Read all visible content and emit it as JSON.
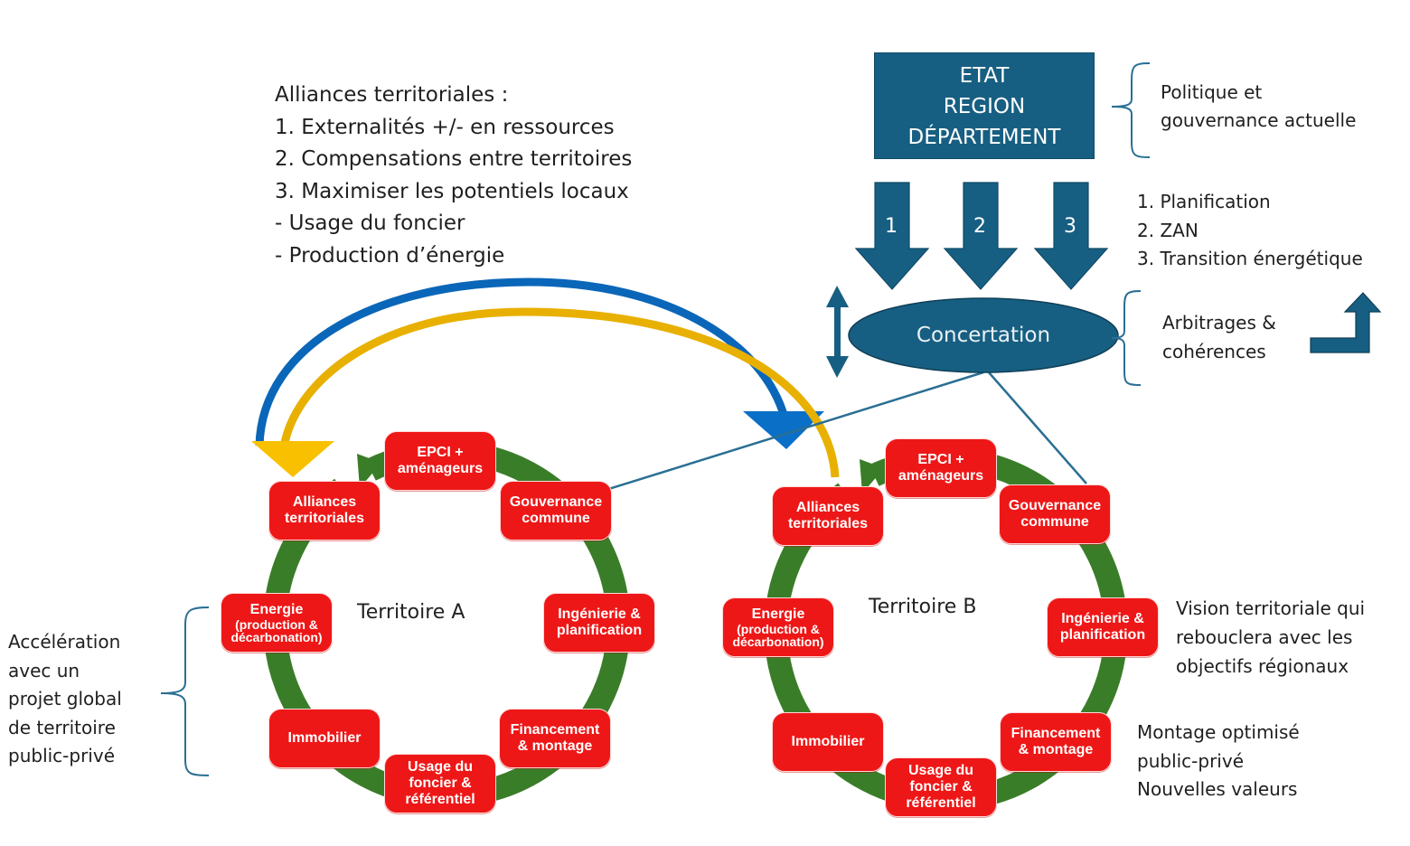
{
  "colors": {
    "navy": "#175f82",
    "cycle_green": "#3a7d28",
    "node_red": "#ee1717",
    "arc_blue": "#0a66b8",
    "arc_gold": "#f5b800",
    "text": "#1f1f1f"
  },
  "alliances_note": {
    "title": "Alliances territoriales :",
    "lines": [
      "1. Externalités +/- en ressources",
      "2. Compensations entre territoires",
      "3. Maximiser les potentiels locaux",
      "- Usage du foncier",
      "- Production d’énergie"
    ]
  },
  "authorities": {
    "lines": [
      "ETAT",
      "REGION",
      "DÉPARTEMENT"
    ],
    "annotation": [
      "Politique et",
      "gouvernance actuelle"
    ]
  },
  "levers": {
    "arrows": [
      "1",
      "2",
      "3"
    ],
    "legend": [
      "1. Planification",
      "2. ZAN",
      "3. Transition énergétique"
    ]
  },
  "concertation": {
    "label": "Concertation",
    "annotation": [
      "Arbitrages &",
      "cohérences"
    ]
  },
  "territoire_a": {
    "label": "Territoire A",
    "nodes": [
      {
        "id": "epci",
        "lines": [
          "EPCI +",
          "aménageurs"
        ]
      },
      {
        "id": "gouvernance",
        "lines": [
          "Gouvernance",
          "commune"
        ]
      },
      {
        "id": "ingenierie",
        "lines": [
          "Ingénierie &",
          "planification"
        ]
      },
      {
        "id": "financement",
        "lines": [
          "Financement",
          "& montage"
        ]
      },
      {
        "id": "usage",
        "lines": [
          "Usage du",
          "foncier &",
          "référentiel"
        ]
      },
      {
        "id": "immobilier",
        "lines": [
          "Immobilier"
        ]
      },
      {
        "id": "energie",
        "lines": [
          "Energie",
          "(production &",
          "décarbonation)"
        ]
      },
      {
        "id": "alliances",
        "lines": [
          "Alliances",
          "territoriales"
        ]
      }
    ]
  },
  "territoire_b": {
    "label": "Territoire B",
    "nodes": [
      {
        "id": "epci",
        "lines": [
          "EPCI +",
          "aménageurs"
        ]
      },
      {
        "id": "gouvernance",
        "lines": [
          "Gouvernance",
          "commune"
        ]
      },
      {
        "id": "ingenierie",
        "lines": [
          "Ingénierie &",
          "planification"
        ]
      },
      {
        "id": "financement",
        "lines": [
          "Financement",
          "& montage"
        ]
      },
      {
        "id": "usage",
        "lines": [
          "Usage du",
          "foncier &",
          "référentiel"
        ]
      },
      {
        "id": "immobilier",
        "lines": [
          "Immobilier"
        ]
      },
      {
        "id": "energie",
        "lines": [
          "Energie",
          "(production &",
          "décarbonation)"
        ]
      },
      {
        "id": "alliances",
        "lines": [
          "Alliances",
          "territoriales"
        ]
      }
    ]
  },
  "acceleration_note": [
    "Accélération",
    "avec un",
    "projet global",
    "de territoire",
    "public-privé"
  ],
  "vision_note": [
    "Vision territoriale qui",
    "rebouclera avec les",
    "objectifs régionaux"
  ],
  "montage_note": [
    "Montage optimisé",
    "public-privé",
    "Nouvelles valeurs"
  ]
}
